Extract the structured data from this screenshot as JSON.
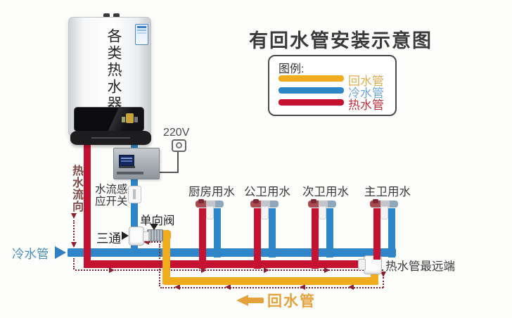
{
  "title": "有回水管安装示意图",
  "heater": {
    "label": "各类热水器",
    "power": "220V"
  },
  "legend": {
    "title": "图例:",
    "items": [
      {
        "label": "回水管",
        "color": "#EFAC1F",
        "text_color": "#DFAE4E"
      },
      {
        "label": "冷水管",
        "color": "#2E86C8",
        "text_color": "#6FA8D6"
      },
      {
        "label": "热水管",
        "color": "#C41230",
        "text_color": "#C2303C"
      }
    ]
  },
  "components": {
    "flow_direction": "热水流向",
    "flow_sensor_line1": "水流感",
    "flow_sensor_line2": "应开关",
    "check_valve": "单向阀",
    "tee_joint": "三通",
    "cold_pipe_inlet": "冷水管",
    "farthest_end": "热水管最远端",
    "return_pipe": "回水管"
  },
  "outlets": [
    {
      "label": "厨房用水"
    },
    {
      "label": "公卫用水"
    },
    {
      "label": "次卫用水"
    },
    {
      "label": "主卫用水"
    }
  ],
  "colors": {
    "hot_pipe": "#C41230",
    "cold_pipe": "#2E86C8",
    "return_pipe": "#EFAC1F",
    "flow_arrow": "#8B1F2E",
    "return_label": "#E5A23C",
    "text": "#3A3A3A"
  }
}
